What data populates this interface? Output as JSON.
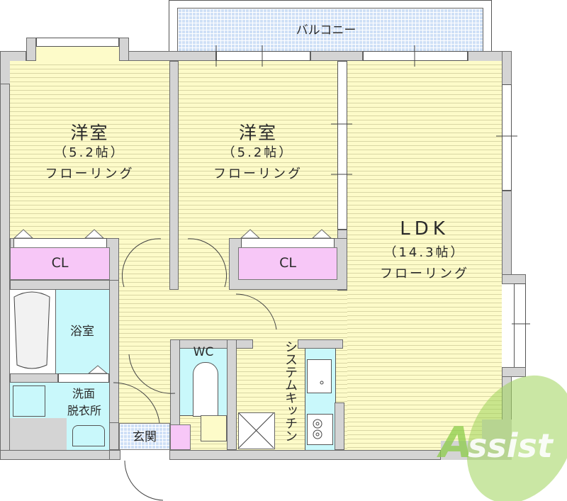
{
  "floorplan": {
    "balcony": {
      "label": "バルコニー"
    },
    "rooms": [
      {
        "id": "western-room-1",
        "name": "洋室",
        "size": "（5.2帖）",
        "floor": "フローリング"
      },
      {
        "id": "western-room-2",
        "name": "洋室",
        "size": "（5.2帖）",
        "floor": "フローリング"
      },
      {
        "id": "ldk",
        "name": "LDK",
        "size": "（14.3帖）",
        "floor": "フローリング"
      }
    ],
    "closets": [
      {
        "label": "CL"
      },
      {
        "label": "CL"
      }
    ],
    "bathroom": {
      "label": "浴室"
    },
    "washroom": {
      "line1": "洗面",
      "line2": "脱衣所"
    },
    "toilet": {
      "label": "WC"
    },
    "entrance": {
      "label": "玄関"
    },
    "kitchen": {
      "label": "システムキッチン"
    },
    "watermark": {
      "text": "ASSIST"
    },
    "colors": {
      "floor": "#fdfbc9",
      "wall": "#d4d4d4",
      "closet": "#f7c7f7",
      "wet_area": "#c9f8fb",
      "tile": "#cfe0f6",
      "watermark": "#9fd35a"
    }
  }
}
